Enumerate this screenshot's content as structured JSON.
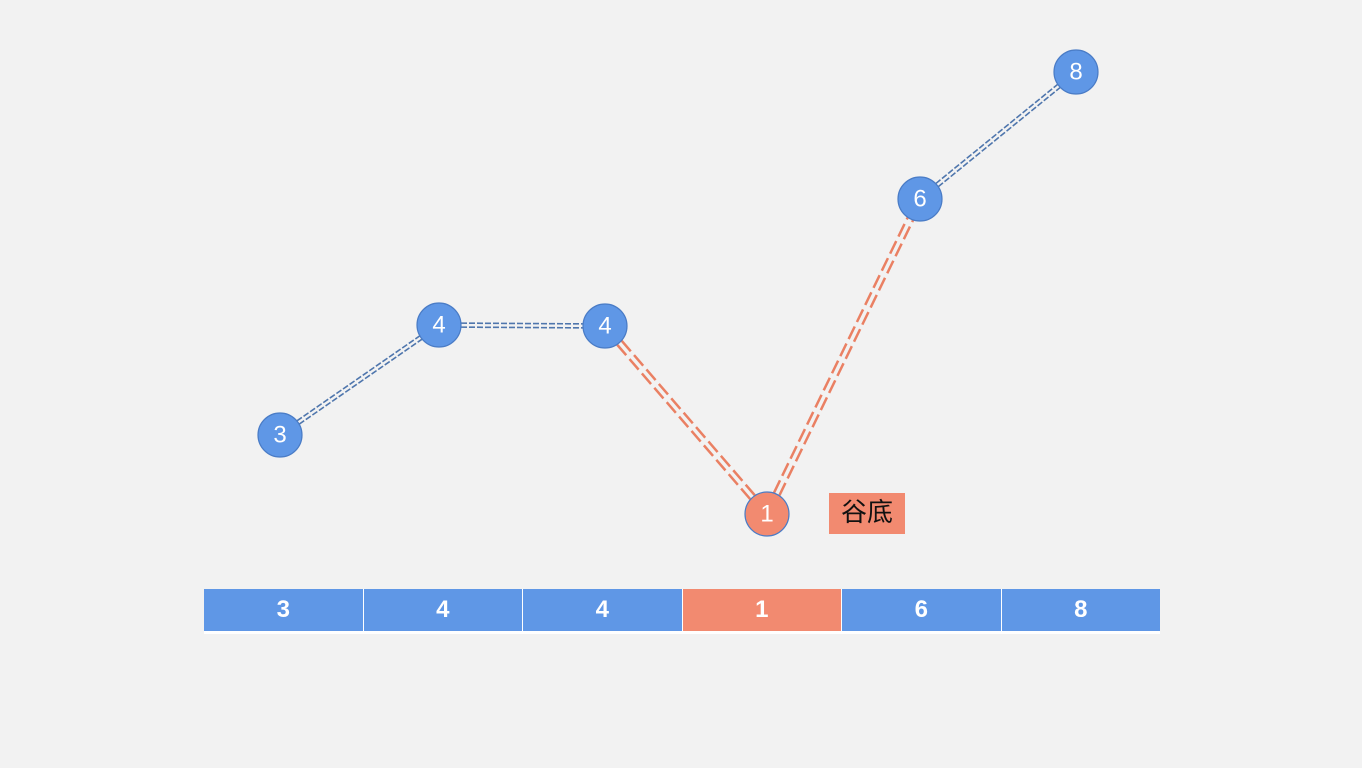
{
  "colors": {
    "node_normal": "#5f97e6",
    "node_highlight": "#f28a70",
    "node_border": "#4a7cc6",
    "edge_normal": "#4f76ad",
    "edge_highlight": "#ea8063",
    "background": "#f2f2f2"
  },
  "nodes": [
    {
      "label": "3",
      "value": 3,
      "highlight": false
    },
    {
      "label": "4",
      "value": 4,
      "highlight": false
    },
    {
      "label": "4",
      "value": 4,
      "highlight": false
    },
    {
      "label": "1",
      "value": 1,
      "highlight": true
    },
    {
      "label": "6",
      "value": 6,
      "highlight": false
    },
    {
      "label": "8",
      "value": 8,
      "highlight": false
    }
  ],
  "edges": [
    {
      "from": 0,
      "to": 1,
      "highlight": false
    },
    {
      "from": 1,
      "to": 2,
      "highlight": false
    },
    {
      "from": 2,
      "to": 3,
      "highlight": true
    },
    {
      "from": 3,
      "to": 4,
      "highlight": true
    },
    {
      "from": 4,
      "to": 5,
      "highlight": false
    }
  ],
  "callout": {
    "text": "谷底",
    "color": "#f28a70"
  },
  "array": {
    "cells": [
      {
        "label": "3",
        "highlight": false
      },
      {
        "label": "4",
        "highlight": false
      },
      {
        "label": "4",
        "highlight": false
      },
      {
        "label": "1",
        "highlight": true
      },
      {
        "label": "6",
        "highlight": false
      },
      {
        "label": "8",
        "highlight": false
      }
    ]
  }
}
